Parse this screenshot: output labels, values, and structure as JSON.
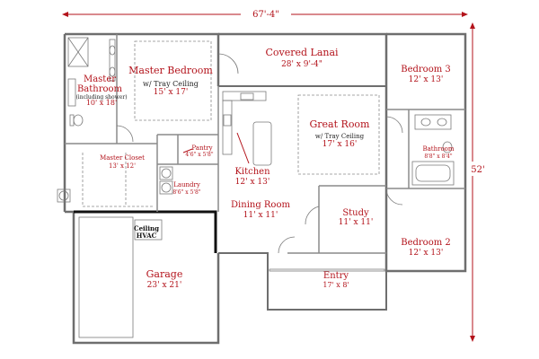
{
  "dimensions": {
    "overall_width": "67'-4\"",
    "overall_depth": "52'"
  },
  "rooms": {
    "master_bedroom": {
      "name": "Master Bedroom",
      "note": "w/ Tray Ceiling",
      "size": "15' x 17'"
    },
    "master_bathroom": {
      "name_line1": "Master",
      "name_line2": "Bathroom",
      "note": "(including shower)",
      "size": "10' x 18'"
    },
    "master_closet": {
      "name": "Master Closet",
      "size": "13' x 12'"
    },
    "pantry": {
      "name": "Pantry",
      "size": "4'6\" x 5'8\""
    },
    "laundry": {
      "name": "Laundry",
      "size": "8'6\" x 5'8\""
    },
    "covered_lanai": {
      "name": "Covered Lanai",
      "size": "28' x 9'-4\""
    },
    "great_room": {
      "name": "Great Room",
      "note": "w/ Tray Ceiling",
      "size": "17' x 16'"
    },
    "kitchen": {
      "name": "Kitchen",
      "size": "12' x 13'"
    },
    "dining_room": {
      "name": "Dining Room",
      "size": "11' x 11'"
    },
    "study": {
      "name": "Study",
      "size": "11' x 11'"
    },
    "entry": {
      "name": "Entry",
      "size": "17' x 8'"
    },
    "bedroom_3": {
      "name": "Bedroom 3",
      "size": "12' x 13'"
    },
    "bedroom_2": {
      "name": "Bedroom 2",
      "size": "12' x 13'"
    },
    "bathroom": {
      "name": "Bathroom",
      "size": "8'8\" x 8'4\""
    },
    "garage": {
      "name": "Garage",
      "size": "23' x 21'"
    }
  },
  "hvac": {
    "line1": "Ceiling",
    "line2": "HVAC"
  },
  "colors": {
    "label": "#b3131b",
    "wall": "#6e6e6e",
    "background": "#ffffff"
  }
}
